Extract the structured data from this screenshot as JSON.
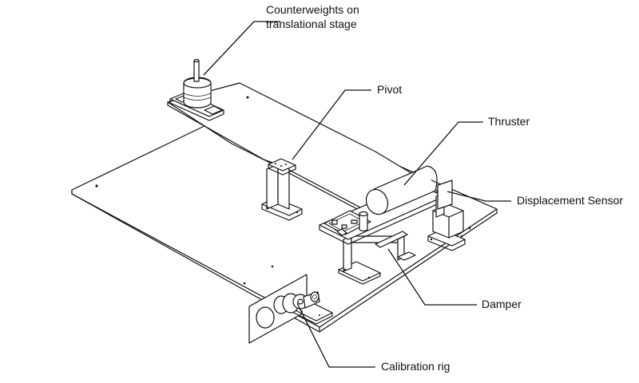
{
  "figure": {
    "title": "Thrust stand assembly (isometric line drawing)",
    "background": "#ffffff",
    "line_color": "#111111"
  },
  "labels": {
    "counterweights_line1": "Counterweights on",
    "counterweights_line2": "translational stage",
    "pivot": "Pivot",
    "thruster": "Thruster",
    "displacement_sensor": "Displacement Sensor",
    "damper": "Damper",
    "calibration_rig": "Calibration rig"
  }
}
